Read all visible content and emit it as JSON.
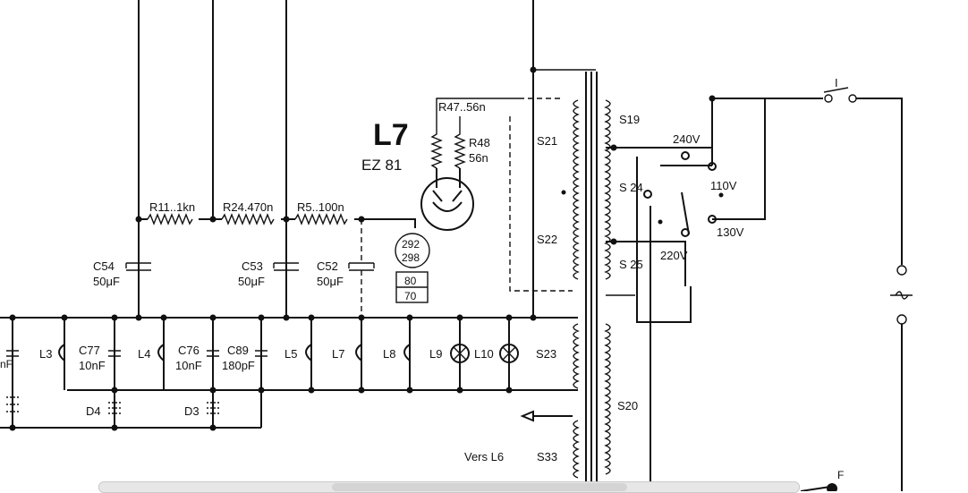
{
  "tube": {
    "label": "L7",
    "type": "EZ 81",
    "socket_top": "292",
    "socket_bottom": "298",
    "box_top": "80",
    "box_bottom": "70"
  },
  "resistors": {
    "r11": "R11..1kn",
    "r24": "R24.470n",
    "r5": "R5..100n",
    "r47": "R47..56n",
    "r48_name": "R48",
    "r48_value": "56n"
  },
  "capacitors": {
    "c54_name": "C54",
    "c54_value": "50μF",
    "c53_name": "C53",
    "c53_value": "50μF",
    "c52_name": "C52",
    "c52_value": "50μF",
    "c77_name": "C77",
    "c77_value": "10nF",
    "c76_name": "C76",
    "c76_value": "10nF",
    "c89_name": "C89",
    "c89_value": "180pF",
    "left_cut": "nF"
  },
  "filaments": [
    "L3",
    "L4",
    "L5",
    "L7",
    "L8",
    "L9",
    "L10"
  ],
  "diodes": [
    "D4",
    "D3"
  ],
  "windings": [
    "S21",
    "S22",
    "S23",
    "S20",
    "S19",
    "S 24",
    "S 25",
    "S33"
  ],
  "voltages": [
    "240V",
    "110V",
    "130V",
    "220V"
  ],
  "misc": {
    "vers": "Vers L6",
    "switch": "I",
    "fuse": "F"
  }
}
